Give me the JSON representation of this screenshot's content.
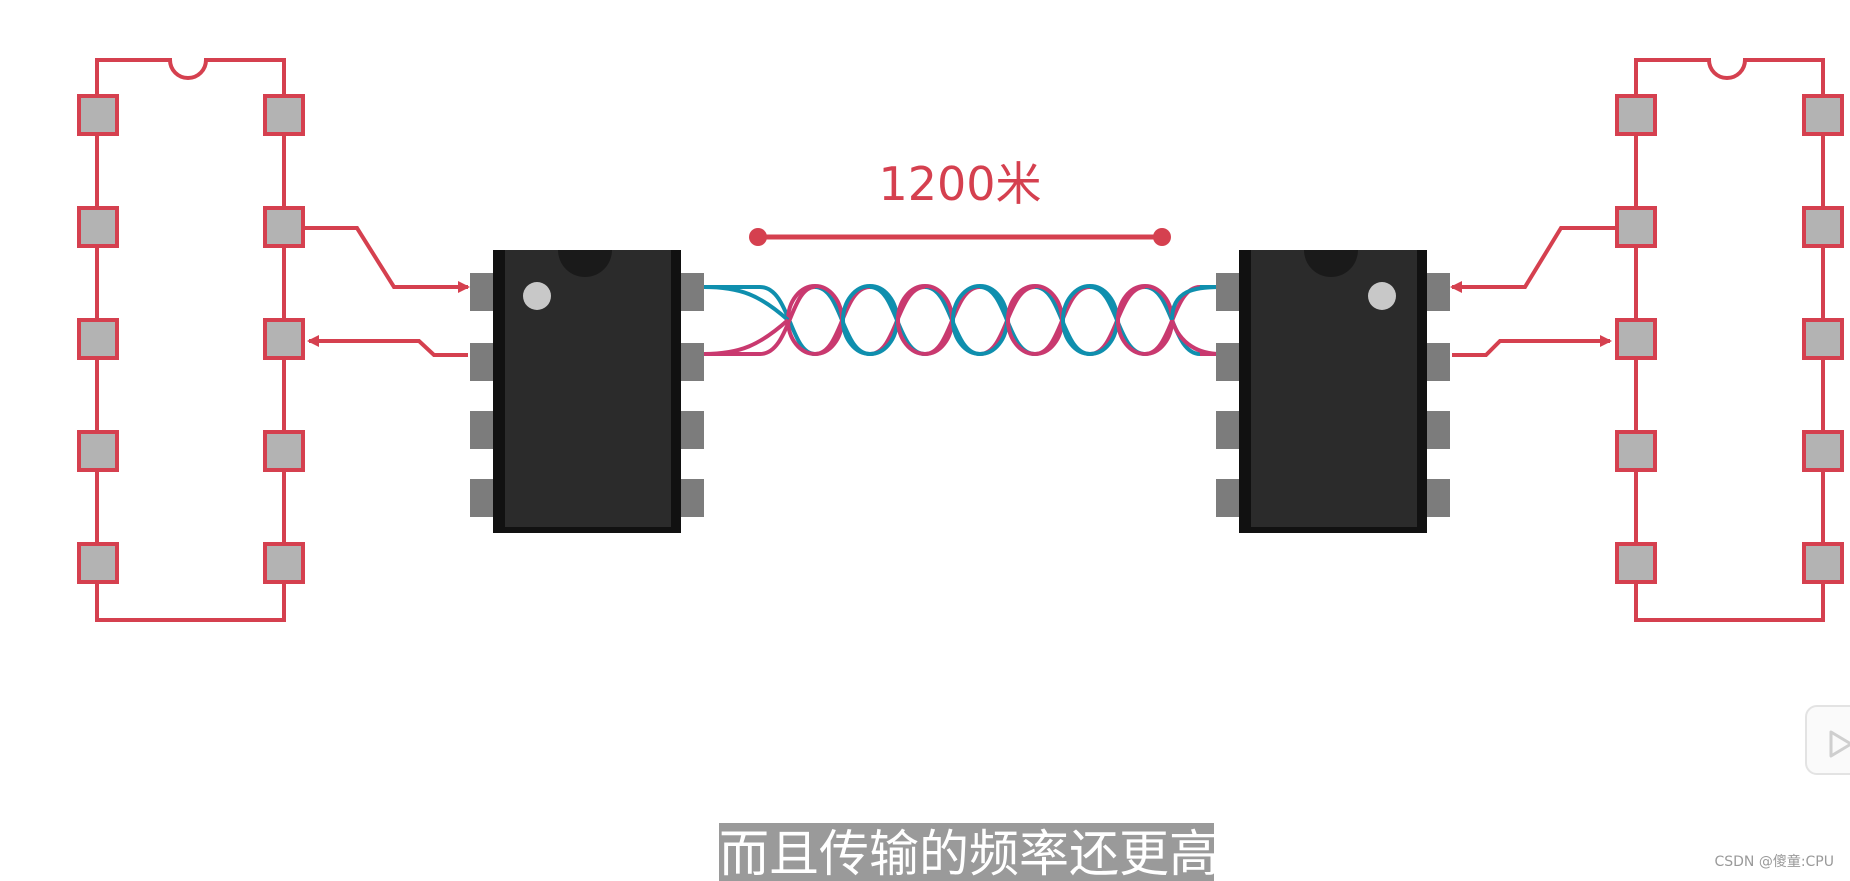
{
  "diagram": {
    "distance_label": "1200米",
    "colors": {
      "accent": "#d5404f",
      "wire_blue": "#0f8fae",
      "wire_pink": "#c9396f",
      "chip_body": "#2a2a2a",
      "pin_gray": "#7c7c7c",
      "pad_gray": "#b3b3b3"
    }
  },
  "subtitle": {
    "text": "而且传输的频率还更高"
  },
  "watermark": {
    "text": "CSDN @傻童:CPU"
  },
  "icons": {
    "play": "play-icon"
  }
}
